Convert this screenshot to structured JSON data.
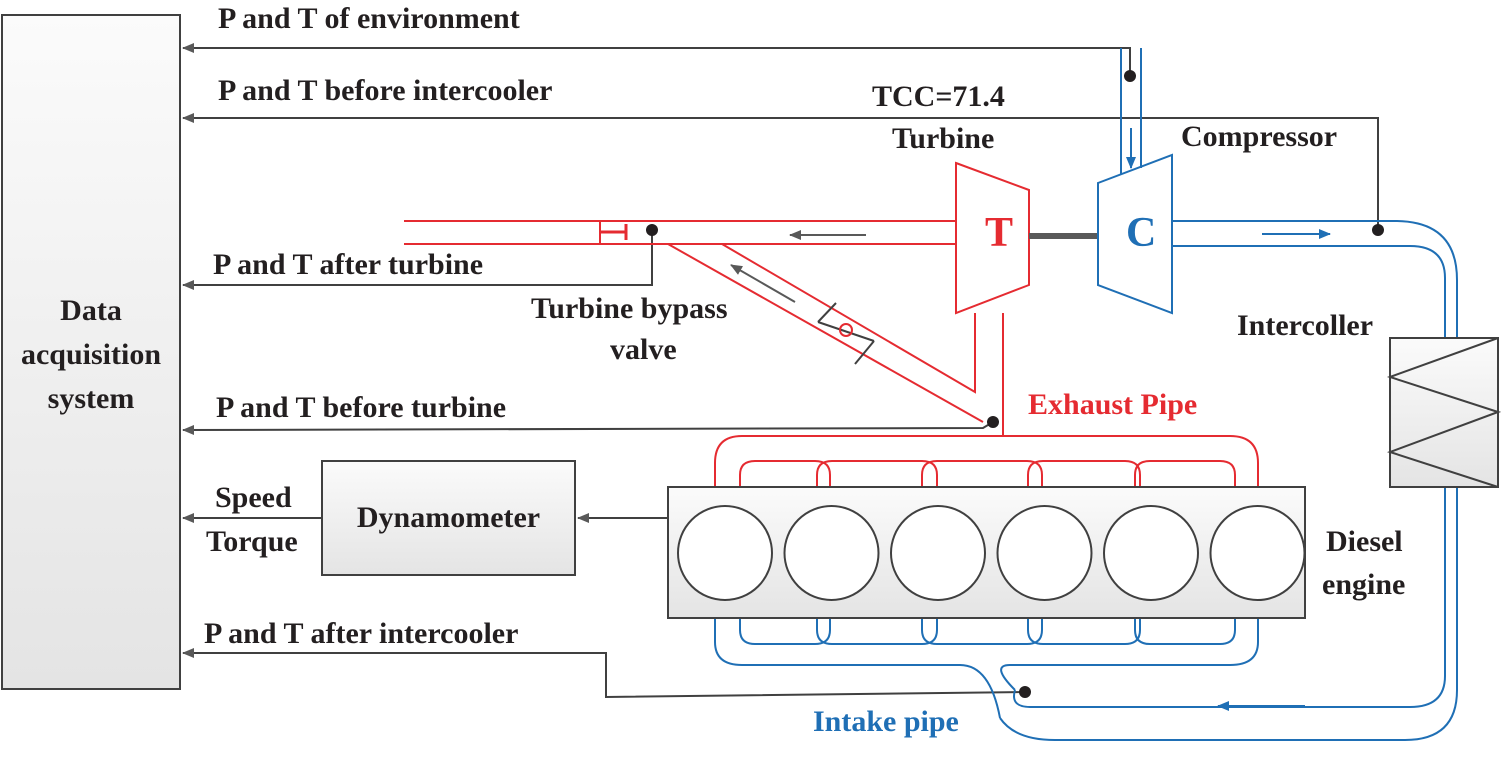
{
  "labels": {
    "p_t_environment": "P and T  of environment",
    "p_t_before_intercooler": "P and T before intercooler",
    "p_t_after_turbine": "P and T after turbine",
    "p_t_before_turbine": "P and T before turbine",
    "p_t_after_intercooler": "P and T after intercooler",
    "speed": "Speed",
    "torque": "Torque",
    "tcc": "TCC=71.4",
    "turbine": "Turbine",
    "compressor": "Compressor",
    "turbine_bypass_valve_line1": "Turbine bypass",
    "turbine_bypass_valve_line2": "valve",
    "intercooler": "Intercoller",
    "exhaust_pipe": "Exhaust Pipe",
    "intake_pipe": "Intake pipe",
    "diesel_engine_line1": "Diesel",
    "diesel_engine_line2": "engine"
  },
  "blocks": {
    "data_acquisition_line1": "Data",
    "data_acquisition_line2": "acquisition",
    "data_acquisition_line3": "system",
    "dynamometer": "Dynamometer",
    "turbine_symbol": "T",
    "compressor_symbol": "C"
  },
  "engine": {
    "cylinder_count": 6
  },
  "colors": {
    "exhaust": "#e52b31",
    "intake": "#1f6fb5",
    "signal": "#404040",
    "box_fill": "#efefef",
    "text": "#231f20"
  }
}
